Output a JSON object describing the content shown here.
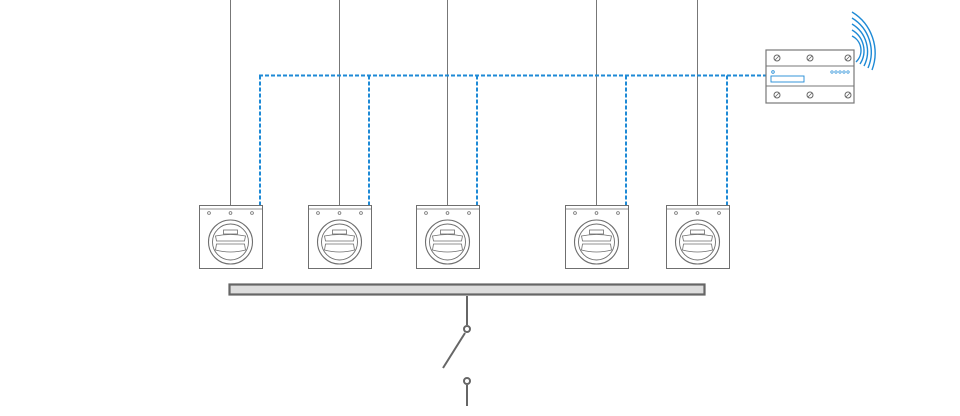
{
  "diagram": {
    "description_type": "metering-network",
    "colors": {
      "line": "#777777",
      "meter_stroke": "#6f6f6f",
      "data_link": "#1e8ad6",
      "wireless": "#1e8ad6",
      "bus_fill": "#dddddd",
      "bus_stroke": "#666666"
    },
    "meters": [
      {
        "id": "meter-1",
        "icon": "energy-meter-icon"
      },
      {
        "id": "meter-2",
        "icon": "energy-meter-icon"
      },
      {
        "id": "meter-3",
        "icon": "energy-meter-icon"
      },
      {
        "id": "meter-4",
        "icon": "energy-meter-icon"
      },
      {
        "id": "meter-5",
        "icon": "energy-meter-icon"
      }
    ],
    "gateway": {
      "icon": "din-rail-gateway-icon",
      "wireless_icon": "wireless-signal-icon"
    },
    "switch": {
      "icon": "switch-icon",
      "state": "open"
    }
  }
}
